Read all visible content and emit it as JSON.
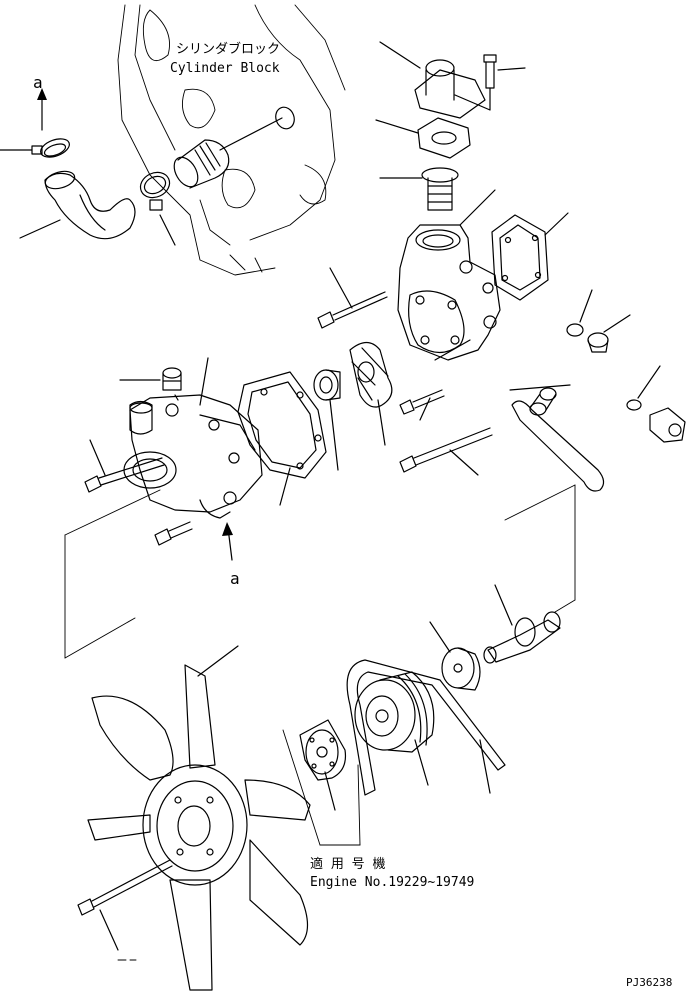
{
  "labels": {
    "cylinder_block_jp": "シリンダブロック",
    "cylinder_block_en": "Cylinder Block",
    "view_a_top": "a",
    "view_a_bottom": "a",
    "applicable_jp": "適 用 号 機",
    "engine_range": "Engine No.19229~19749",
    "drawing_number": "PJ36238"
  }
}
